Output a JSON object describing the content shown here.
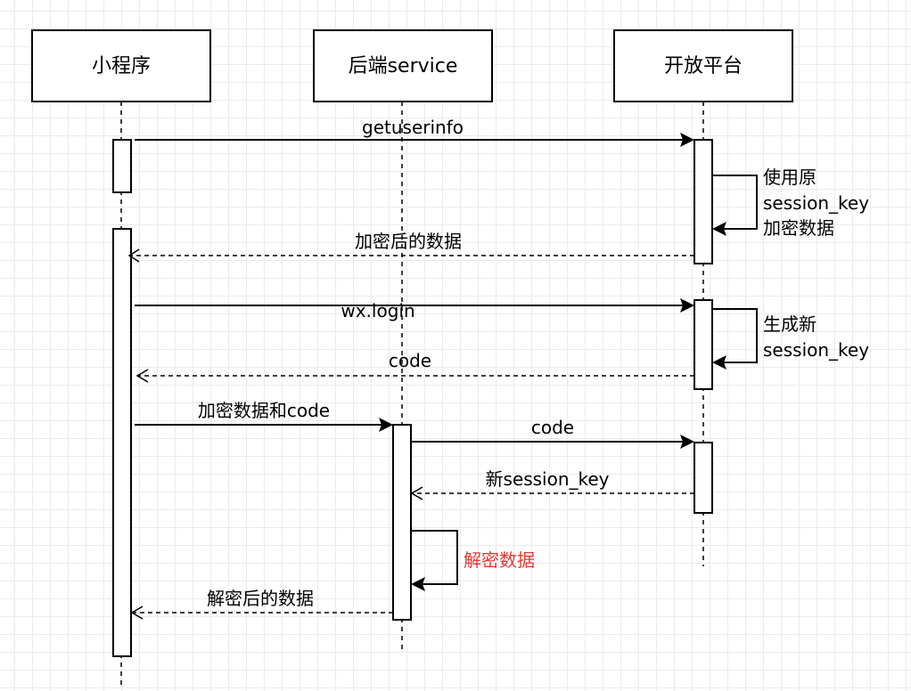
{
  "participants": [
    {
      "id": "miniprogram",
      "label": "小程序"
    },
    {
      "id": "backend",
      "label": "后端service"
    },
    {
      "id": "platform",
      "label": "开放平台"
    }
  ],
  "messages": [
    {
      "id": "getuserinfo",
      "from": "miniprogram",
      "to": "platform",
      "style": "sync",
      "label": "getuserinfo"
    },
    {
      "id": "encrypt-self",
      "from": "platform",
      "to": "platform",
      "style": "self",
      "lines": [
        "使用原",
        "session_key",
        "加密数据"
      ]
    },
    {
      "id": "encrypted-return",
      "from": "platform",
      "to": "miniprogram",
      "style": "return",
      "label": "加密后的数据"
    },
    {
      "id": "wxlogin",
      "from": "miniprogram",
      "to": "platform",
      "style": "sync",
      "label": "wx.login"
    },
    {
      "id": "gen-self",
      "from": "platform",
      "to": "platform",
      "style": "self",
      "lines": [
        "生成新",
        "session_key"
      ]
    },
    {
      "id": "code-return",
      "from": "platform",
      "to": "miniprogram",
      "style": "return",
      "label": "code"
    },
    {
      "id": "send-data-code",
      "from": "miniprogram",
      "to": "backend",
      "style": "sync",
      "label": "加密数据和code"
    },
    {
      "id": "code-forward",
      "from": "backend",
      "to": "platform",
      "style": "sync",
      "label": "code"
    },
    {
      "id": "new-key-return",
      "from": "platform",
      "to": "backend",
      "style": "return",
      "label": "新session_key"
    },
    {
      "id": "decrypt-self",
      "from": "backend",
      "to": "backend",
      "style": "self",
      "lines": [
        "解密数据"
      ],
      "color": "#e53935"
    },
    {
      "id": "decrypted-return",
      "from": "backend",
      "to": "miniprogram",
      "style": "return",
      "label": "解密后的数据"
    }
  ]
}
